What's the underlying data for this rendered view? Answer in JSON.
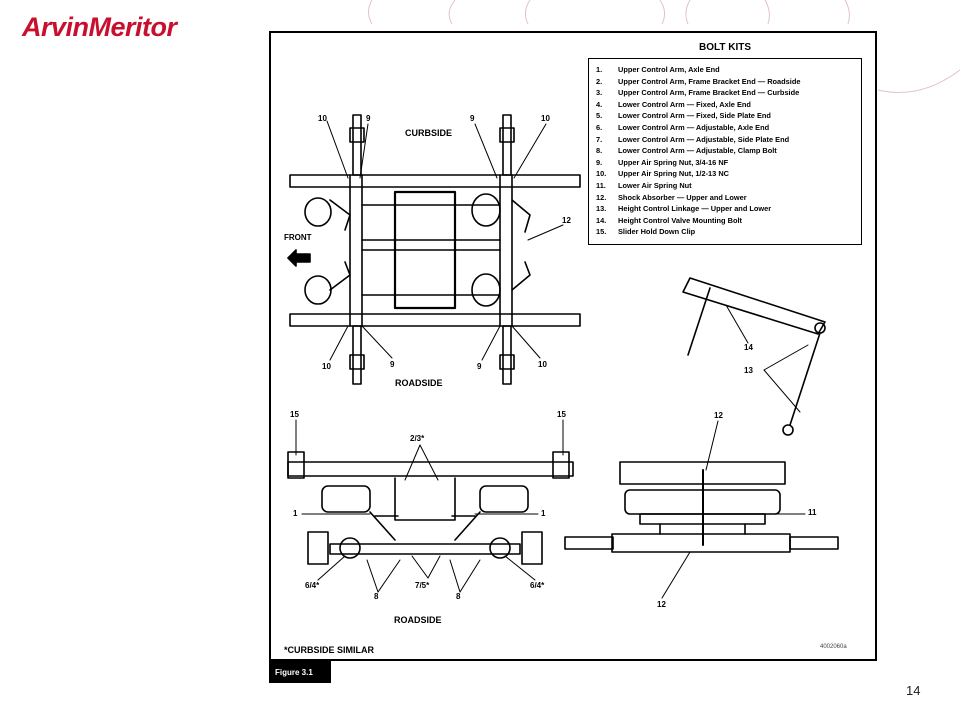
{
  "header": {
    "logo_text": "ArvinMeritor"
  },
  "page": {
    "number": "14"
  },
  "figure": {
    "label": "Figure 3.1",
    "code": "4002060a",
    "note": "*CURBSIDE SIMILAR",
    "bolt_kits": {
      "title": "BOLT KITS",
      "items": [
        {
          "num": "1.",
          "text": "Upper Control Arm, Axle End"
        },
        {
          "num": "2.",
          "text": "Upper Control Arm, Frame Bracket End — Roadside"
        },
        {
          "num": "3.",
          "text": "Upper Control Arm, Frame Bracket End — Curbside"
        },
        {
          "num": "4.",
          "text": "Lower Control Arm — Fixed, Axle End"
        },
        {
          "num": "5.",
          "text": "Lower Control Arm — Fixed, Side Plate End"
        },
        {
          "num": "6.",
          "text": "Lower Control Arm — Adjustable, Axle End"
        },
        {
          "num": "7.",
          "text": "Lower Control Arm — Adjustable, Side Plate End"
        },
        {
          "num": "8.",
          "text": "Lower Control Arm — Adjustable, Clamp Bolt"
        },
        {
          "num": "9.",
          "text": "Upper Air Spring Nut, 3/4-16 NF"
        },
        {
          "num": "10.",
          "text": "Upper Air Spring Nut, 1/2-13 NC"
        },
        {
          "num": "11.",
          "text": "Lower Air Spring Nut"
        },
        {
          "num": "12.",
          "text": "Shock Absorber — Upper and Lower"
        },
        {
          "num": "13.",
          "text": "Height Control Linkage — Upper and Lower"
        },
        {
          "num": "14.",
          "text": "Height Control Valve Mounting Bolt"
        },
        {
          "num": "15.",
          "text": "Slider Hold Down Clip"
        }
      ]
    },
    "top_view": {
      "curbside": "CURBSIDE",
      "roadside": "ROADSIDE",
      "front": "FRONT",
      "c10a": "10",
      "c9a": "9",
      "c9b": "9",
      "c10b": "10",
      "c12": "12",
      "c10c": "10",
      "c9c": "9",
      "c9d": "9",
      "c10d": "10"
    },
    "linkage_view": {
      "c14": "14",
      "c13": "13"
    },
    "side_view": {
      "roadside": "ROADSIDE",
      "c15a": "15",
      "c15b": "15",
      "c23": "2/3*",
      "c1a": "1",
      "c1b": "1",
      "c64a": "6/4*",
      "c8a": "8",
      "c75": "7/5*",
      "c8b": "8",
      "c64b": "6/4*"
    },
    "rear_view": {
      "c12a": "12",
      "c11": "11",
      "c12b": "12"
    }
  }
}
